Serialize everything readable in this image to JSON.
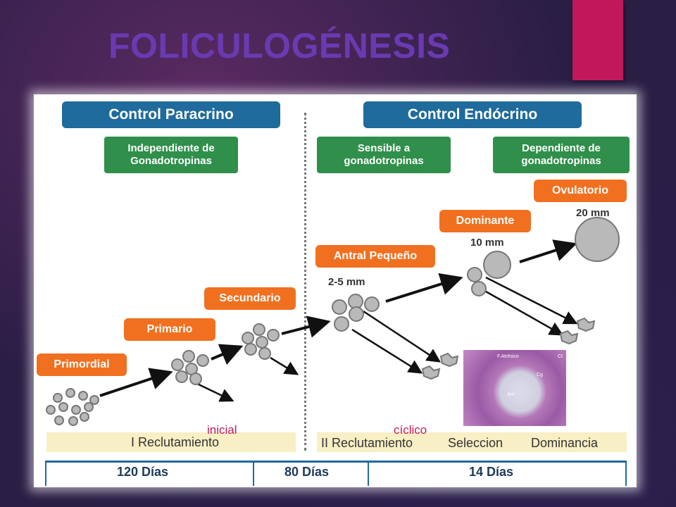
{
  "title": "FOLICULOGÉNESIS",
  "headers": {
    "paracrine": "Control Paracrino",
    "endocrine": "Control Endócrino"
  },
  "green_boxes": [
    "Independiente de Gonadotropinas",
    "Sensible a gonadotropinas",
    "Dependiente de gonadotropinas"
  ],
  "stages": {
    "primordial": "Primordial",
    "primario": "Primario",
    "secundario": "Secundario",
    "antral": "Antral Pequeño",
    "dominante": "Dominante",
    "ovulatorio": "Ovulatorio"
  },
  "sizes": {
    "antral": "2-5 mm",
    "dominante": "10 mm",
    "ovulatorio": "20 mm"
  },
  "annotations": {
    "inicial": "inicial",
    "ciclico": "cíclico"
  },
  "bands": {
    "first": "I Reclutamiento",
    "second": "II Reclutamiento",
    "selection": "Seleccion",
    "dominance": "Dominancia"
  },
  "timeline": [
    "120 Días",
    "80 Días",
    "14 Días"
  ],
  "micro_labels": {
    "atresico": "F.Atrésico",
    "ct": "Ct",
    "cg": "Cg",
    "ant": "Ant"
  },
  "colors": {
    "accent": "#c2185b",
    "title": "#6a3ab2",
    "blue": "#1e6b9c",
    "green": "#2f8f4b",
    "orange": "#f07020"
  }
}
